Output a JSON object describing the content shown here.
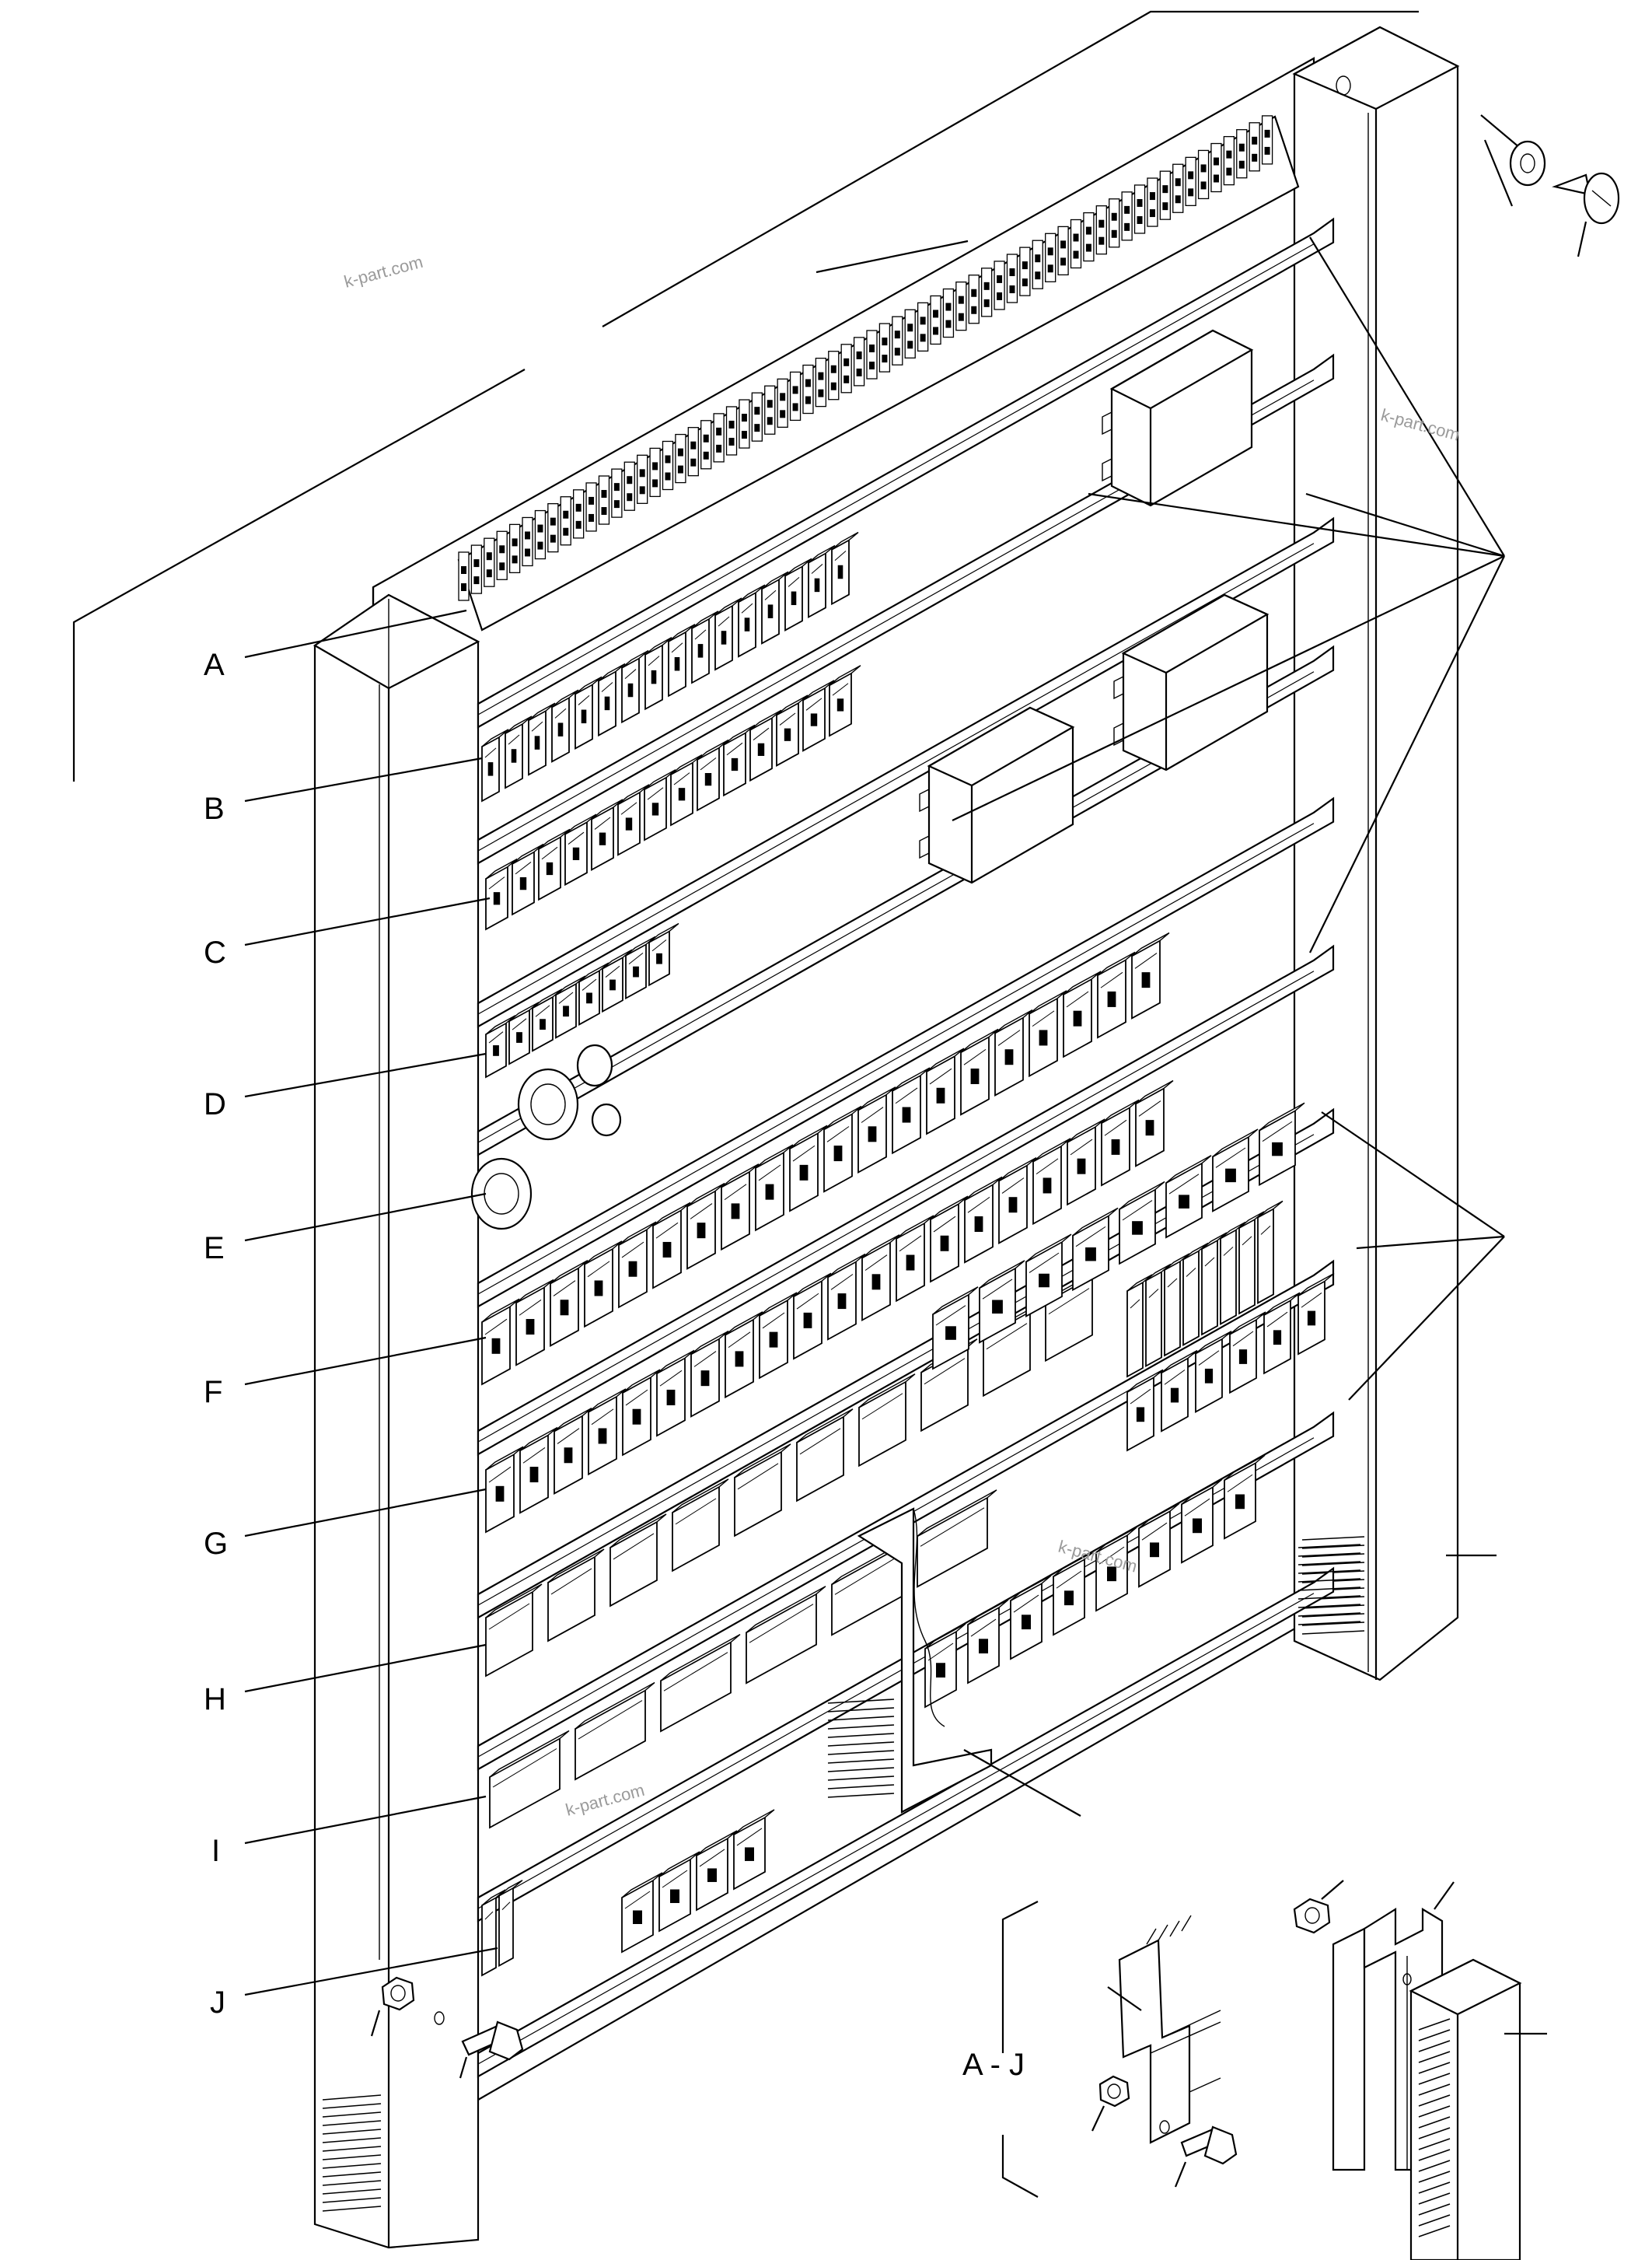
{
  "row_labels": [
    "A",
    "B",
    "C",
    "D",
    "E",
    "F",
    "G",
    "H",
    "I",
    "J"
  ],
  "range_label": "A - J",
  "watermarks": [
    "k-part.com",
    "k-part.com",
    "k-part.com",
    "k-part.com"
  ]
}
